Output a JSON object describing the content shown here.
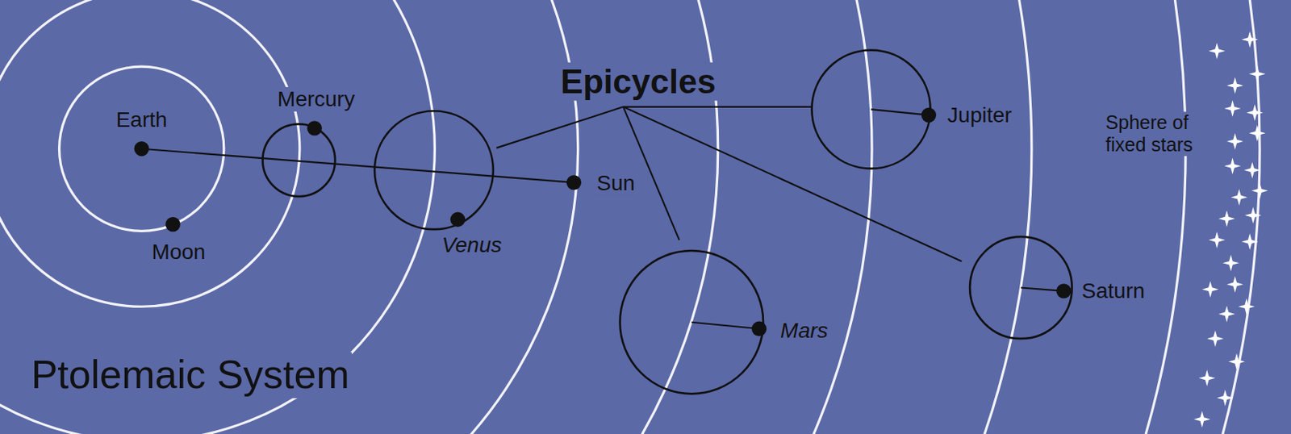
{
  "diagram": {
    "title": "Ptolemaic System",
    "labels": [
      "Epicycles",
      "Earth",
      "Moon",
      "Mercury",
      "Venus",
      "Sun",
      "Mars",
      "Jupiter",
      "Saturn",
      "Sphere of fixed stars"
    ]
  }
}
